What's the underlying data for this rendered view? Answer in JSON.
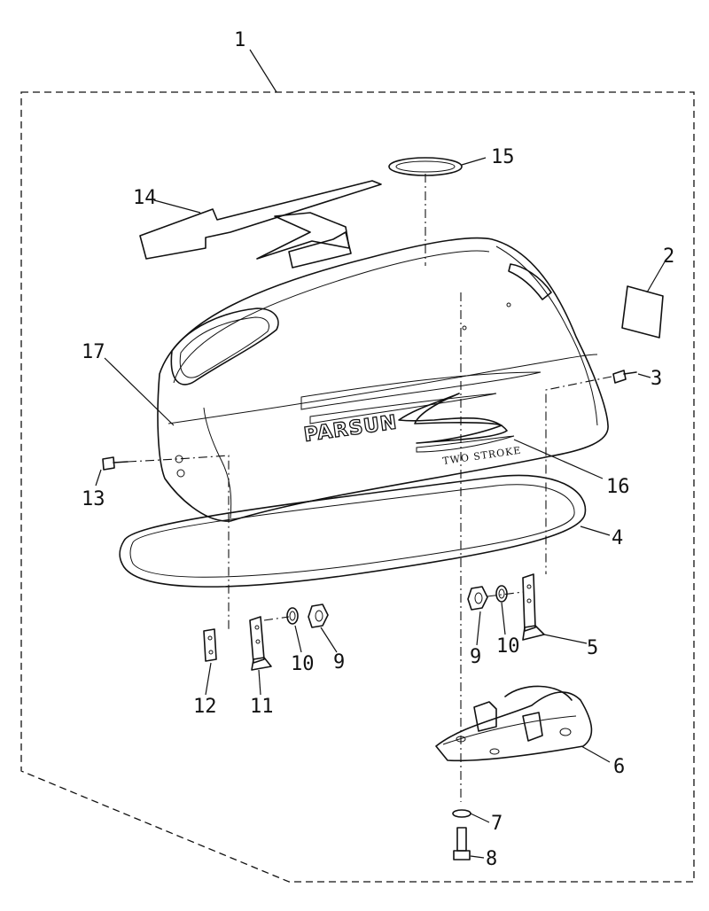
{
  "decal": {
    "brand": "PARSUN",
    "model": "TWO STROKE"
  },
  "callouts": [
    {
      "id": "1",
      "label": "1"
    },
    {
      "id": "2",
      "label": "2"
    },
    {
      "id": "3",
      "label": "3"
    },
    {
      "id": "4",
      "label": "4"
    },
    {
      "id": "5",
      "label": "5"
    },
    {
      "id": "6",
      "label": "6"
    },
    {
      "id": "7",
      "label": "7"
    },
    {
      "id": "8",
      "label": "8"
    },
    {
      "id": "9a",
      "label": "9"
    },
    {
      "id": "9b",
      "label": "9"
    },
    {
      "id": "10a",
      "label": "10"
    },
    {
      "id": "10b",
      "label": "10"
    },
    {
      "id": "11",
      "label": "11"
    },
    {
      "id": "12",
      "label": "12"
    },
    {
      "id": "13",
      "label": "13"
    },
    {
      "id": "14",
      "label": "14"
    },
    {
      "id": "15",
      "label": "15"
    },
    {
      "id": "16",
      "label": "16"
    },
    {
      "id": "17",
      "label": "17"
    }
  ]
}
